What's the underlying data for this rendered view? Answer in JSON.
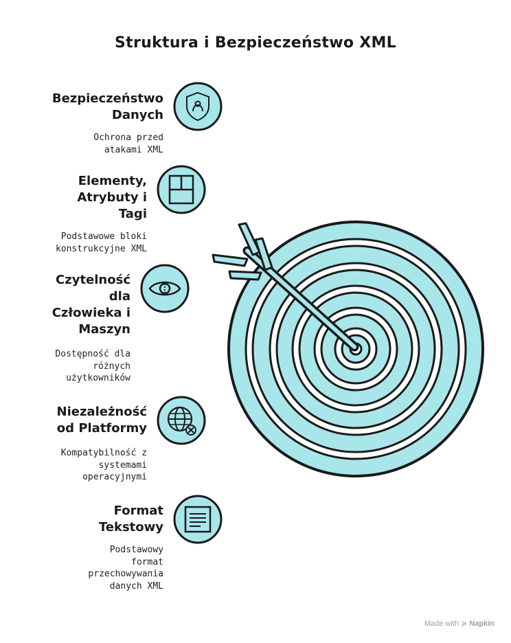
{
  "title": "Struktura i Bezpieczeństwo XML",
  "items": [
    {
      "title_lines": [
        "Bezpieczeństwo",
        "Danych"
      ],
      "desc_lines": [
        "Ochrona przed",
        "atakami XML"
      ],
      "icon": "shield-icon"
    },
    {
      "title_lines": [
        "Elementy,",
        "Atrybuty i",
        "Tagi"
      ],
      "desc_lines": [
        "Podstawowe bloki",
        "konstrukcyjne XML"
      ],
      "icon": "layout-grid-icon"
    },
    {
      "title_lines": [
        "Czytelność",
        "dla",
        "Człowieka i",
        "Maszyn"
      ],
      "desc_lines": [
        "Dostępność dla",
        "różnych",
        "użytkowników"
      ],
      "icon": "eye-icon"
    },
    {
      "title_lines": [
        "Niezależność",
        "od Platformy"
      ],
      "desc_lines": [
        "Kompatybilność z",
        "systemami",
        "operacyjnymi"
      ],
      "icon": "globe-icon"
    },
    {
      "title_lines": [
        "Format",
        "Tekstowy"
      ],
      "desc_lines": [
        "Podstawowy",
        "format",
        "przechowywania",
        "danych XML"
      ],
      "icon": "document-text-icon"
    }
  ],
  "footer": {
    "prefix": "Made with",
    "brand": "Napkin"
  },
  "colors": {
    "accent": "#a8e6ea",
    "ink": "#1a1a1a",
    "footer": "#a0a0a0"
  }
}
